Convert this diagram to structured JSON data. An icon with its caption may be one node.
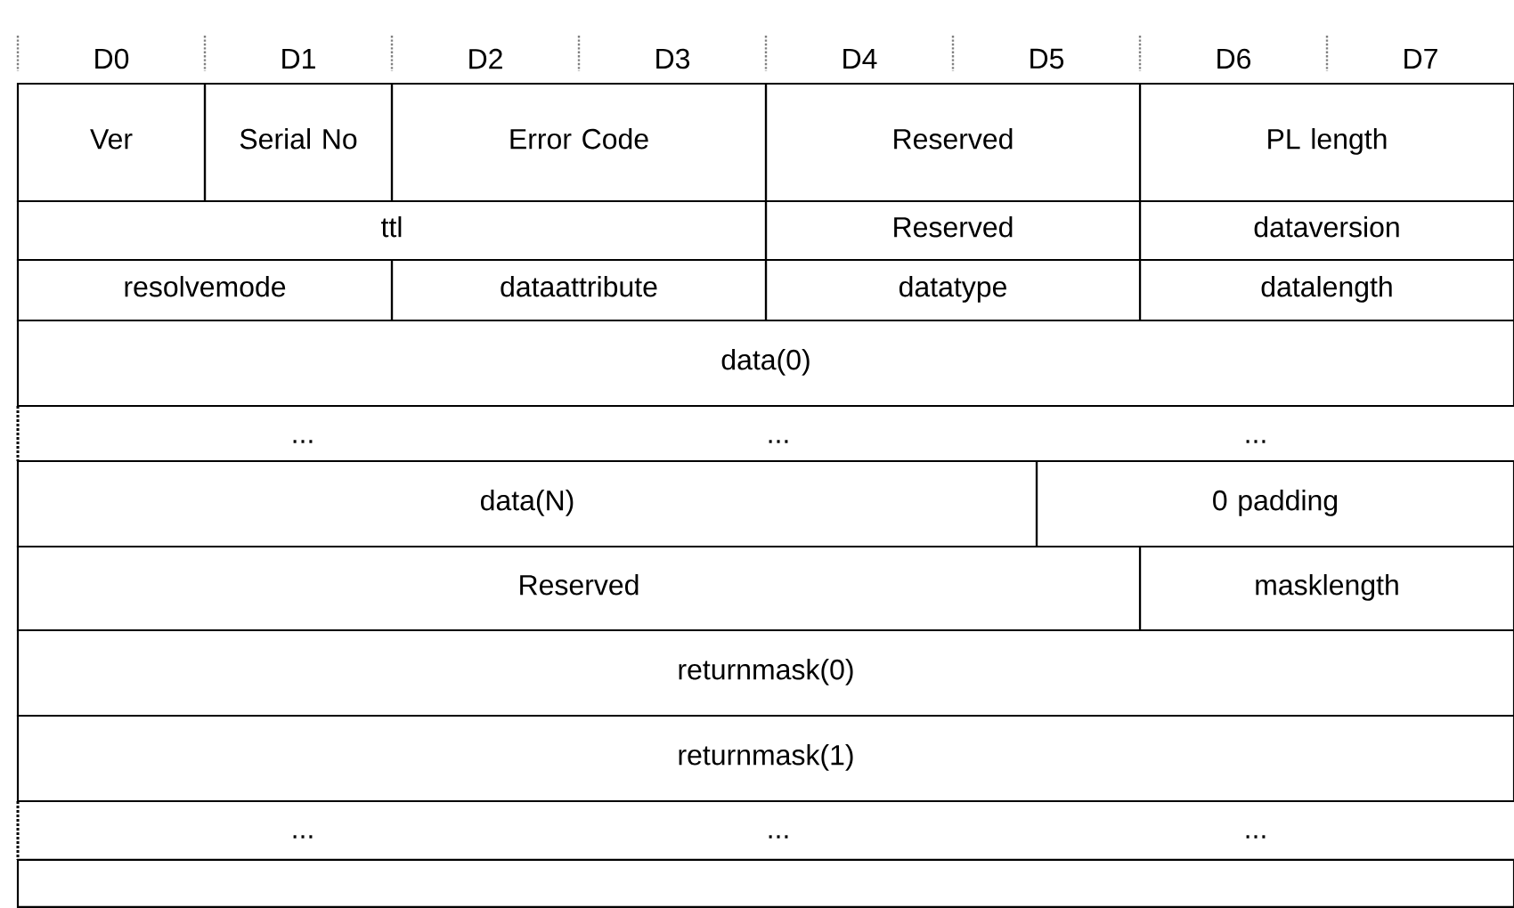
{
  "diagram": {
    "nodes": [
      {
        "text": [
          "Ver"
        ]
      },
      {
        "text": [
          "Serial No"
        ]
      },
      {
        "text": [
          "Error Code"
        ]
      },
      {
        "text": [
          "Reserved"
        ]
      },
      {
        "text": [
          "PL length"
        ]
      },
      {
        "text": [
          "ttl"
        ]
      },
      {
        "text": [
          "Reserved"
        ]
      },
      {
        "text": [
          "dataversion"
        ]
      },
      {
        "text": [
          "resolvemode"
        ]
      },
      {
        "text": [
          "dataattribute"
        ]
      },
      {
        "text": [
          "datatype"
        ]
      },
      {
        "text": [
          "datalength"
        ]
      },
      {
        "text": [
          "data(0)"
        ]
      },
      {
        "text": [
          "data(N)"
        ]
      },
      {
        "text": [
          "0 padding"
        ]
      },
      {
        "text": [
          "Reserved"
        ]
      },
      {
        "text": [
          "masklength"
        ]
      },
      {
        "text": [
          "returnmask(0)"
        ]
      },
      {
        "text": [
          "returnmask(1)"
        ]
      },
      {
        "text": [],
        "shape": "box"
      }
    ],
    "labels": [
      "D0",
      "D1",
      "D2",
      "D3",
      "D4",
      "D5",
      "D6",
      "D7",
      "...",
      "...",
      "...",
      "...",
      "...",
      "..."
    ]
  }
}
